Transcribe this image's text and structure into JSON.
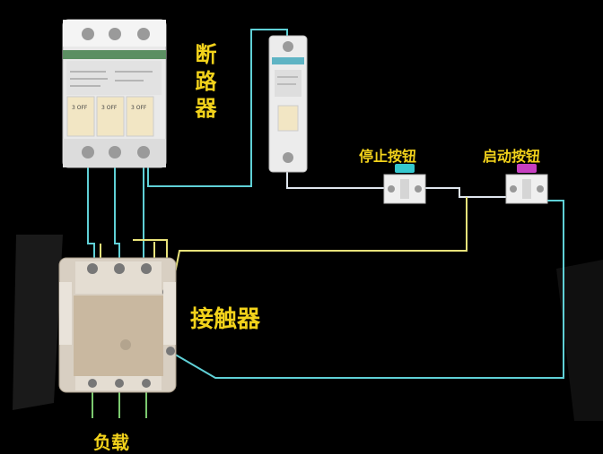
{
  "labels": {
    "breaker": "断路器",
    "stop_button": "停止按钮",
    "start_button": "启动按钮",
    "contactor": "接触器",
    "load": "负载"
  },
  "breaker_switches": [
    "3 OFF",
    "3 OFF",
    "3 OFF"
  ],
  "colors": {
    "background": "#000000",
    "label": "#f2d21b",
    "wire_blue": "#5fd0d6",
    "wire_yellow": "#e8e27a",
    "wire_green": "#7bc96f",
    "wire_white": "#dfe6ee",
    "stop_cap": "#35c8cf",
    "start_cap": "#c63fc0",
    "breaker_green": "#5b8f62",
    "contactor_body": "#c9b8a0"
  }
}
